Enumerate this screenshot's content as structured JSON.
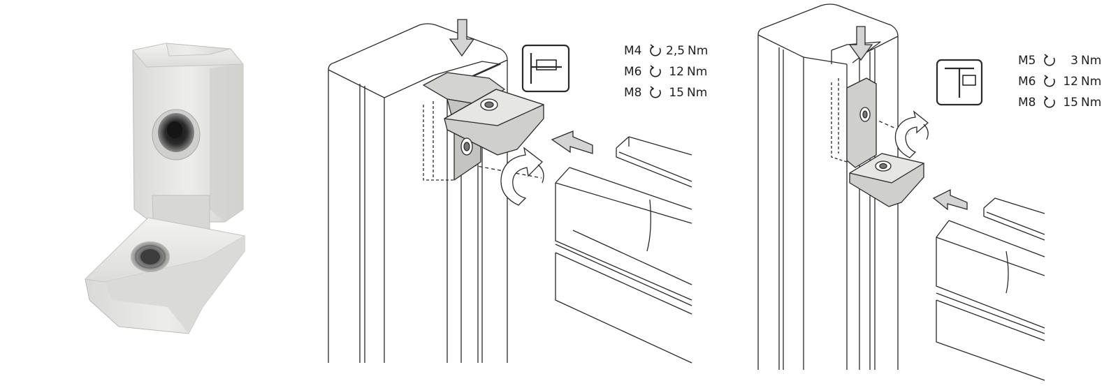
{
  "colors": {
    "line": "#2a2a2a",
    "metal_light": "#e8e8e6",
    "metal_mid": "#c9c9c7",
    "metal_dark": "#9a9a98",
    "arrow_fill": "#d4d4d4",
    "text": "#1e1e1e"
  },
  "icons": {
    "left_symbol": "profile-connection-icon",
    "right_symbol": "profile-connection-icon",
    "rotation": "clockwise-rotate-icon"
  },
  "left_torque": [
    {
      "size": "M4",
      "value": "2,5",
      "unit": "Nm"
    },
    {
      "size": "M6",
      "value": "12",
      "unit": "Nm"
    },
    {
      "size": "M8",
      "value": "15",
      "unit": "Nm"
    }
  ],
  "right_torque": [
    {
      "size": "M5",
      "value": "3",
      "unit": "Nm"
    },
    {
      "size": "M6",
      "value": "12",
      "unit": "Nm"
    },
    {
      "size": "M8",
      "value": "15",
      "unit": "Nm"
    }
  ]
}
